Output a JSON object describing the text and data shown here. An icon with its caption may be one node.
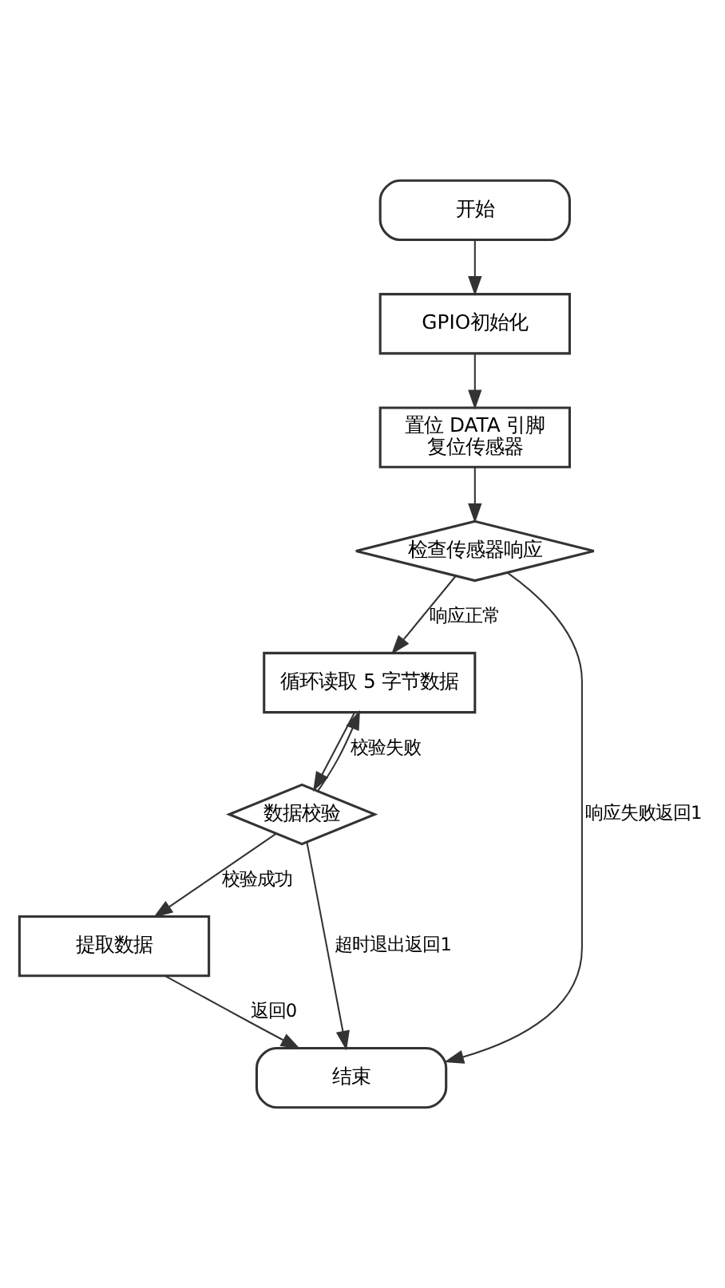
{
  "diagram": {
    "nodes": [
      {
        "text": [
          "开始"
        ]
      },
      {
        "text": [
          "GPIO初始化"
        ]
      },
      {
        "text": [
          "置位 DATA 引脚",
          "复位传感器"
        ]
      },
      {
        "text": [
          "检查传感器响应"
        ]
      },
      {
        "text": [
          "循环读取 5 字节数据"
        ]
      },
      {
        "text": [
          "数据校验"
        ]
      },
      {
        "text": [
          "提取数据"
        ]
      },
      {
        "text": [
          "结束"
        ]
      }
    ],
    "edges": [
      {
        "from": 0,
        "to": 1,
        "arrow": "to"
      },
      {
        "from": 1,
        "to": 2,
        "arrow": "to"
      },
      {
        "from": 2,
        "to": 3,
        "arrow": "to"
      },
      {
        "from": 3,
        "to": 4,
        "arrow": "to",
        "label": "响应正常"
      },
      {
        "from": 3,
        "to": 7,
        "arrow": "to",
        "label": "响应失败返回1"
      },
      {
        "from": 4,
        "to": 5,
        "arrow": "to"
      },
      {
        "from": 5,
        "to": 4,
        "arrow": "to",
        "label": "校验失败"
      },
      {
        "from": 5,
        "to": 6,
        "arrow": "to",
        "label": "校验成功"
      },
      {
        "from": 5,
        "to": 7,
        "arrow": "to",
        "label": "超时退出返回1"
      },
      {
        "from": 6,
        "to": 7,
        "arrow": "to",
        "label": "返回0"
      }
    ]
  }
}
